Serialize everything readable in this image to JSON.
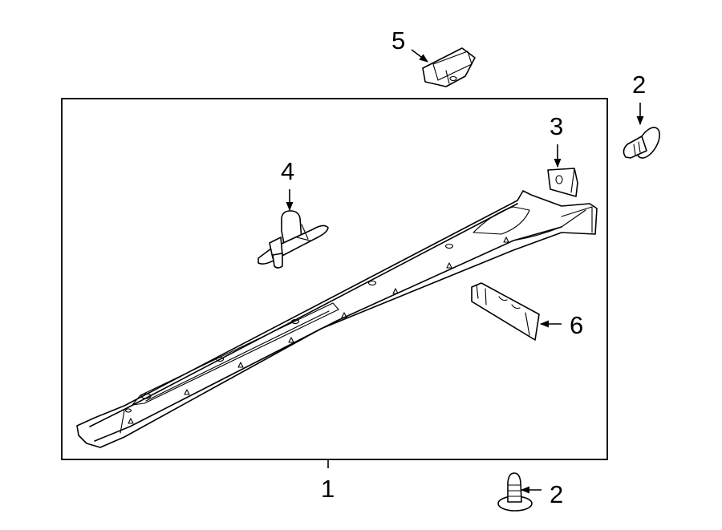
{
  "callouts": {
    "c1": "1",
    "c2a": "2",
    "c2b": "2",
    "c3": "3",
    "c4": "4",
    "c5": "5",
    "c6": "6"
  },
  "parts": {
    "rocker_panel": "1",
    "push_pin_upper": "2",
    "push_pin_lower": "2",
    "nut_clip": "3",
    "retainer_clip": "4",
    "bracket": "5",
    "insulator": "6"
  }
}
